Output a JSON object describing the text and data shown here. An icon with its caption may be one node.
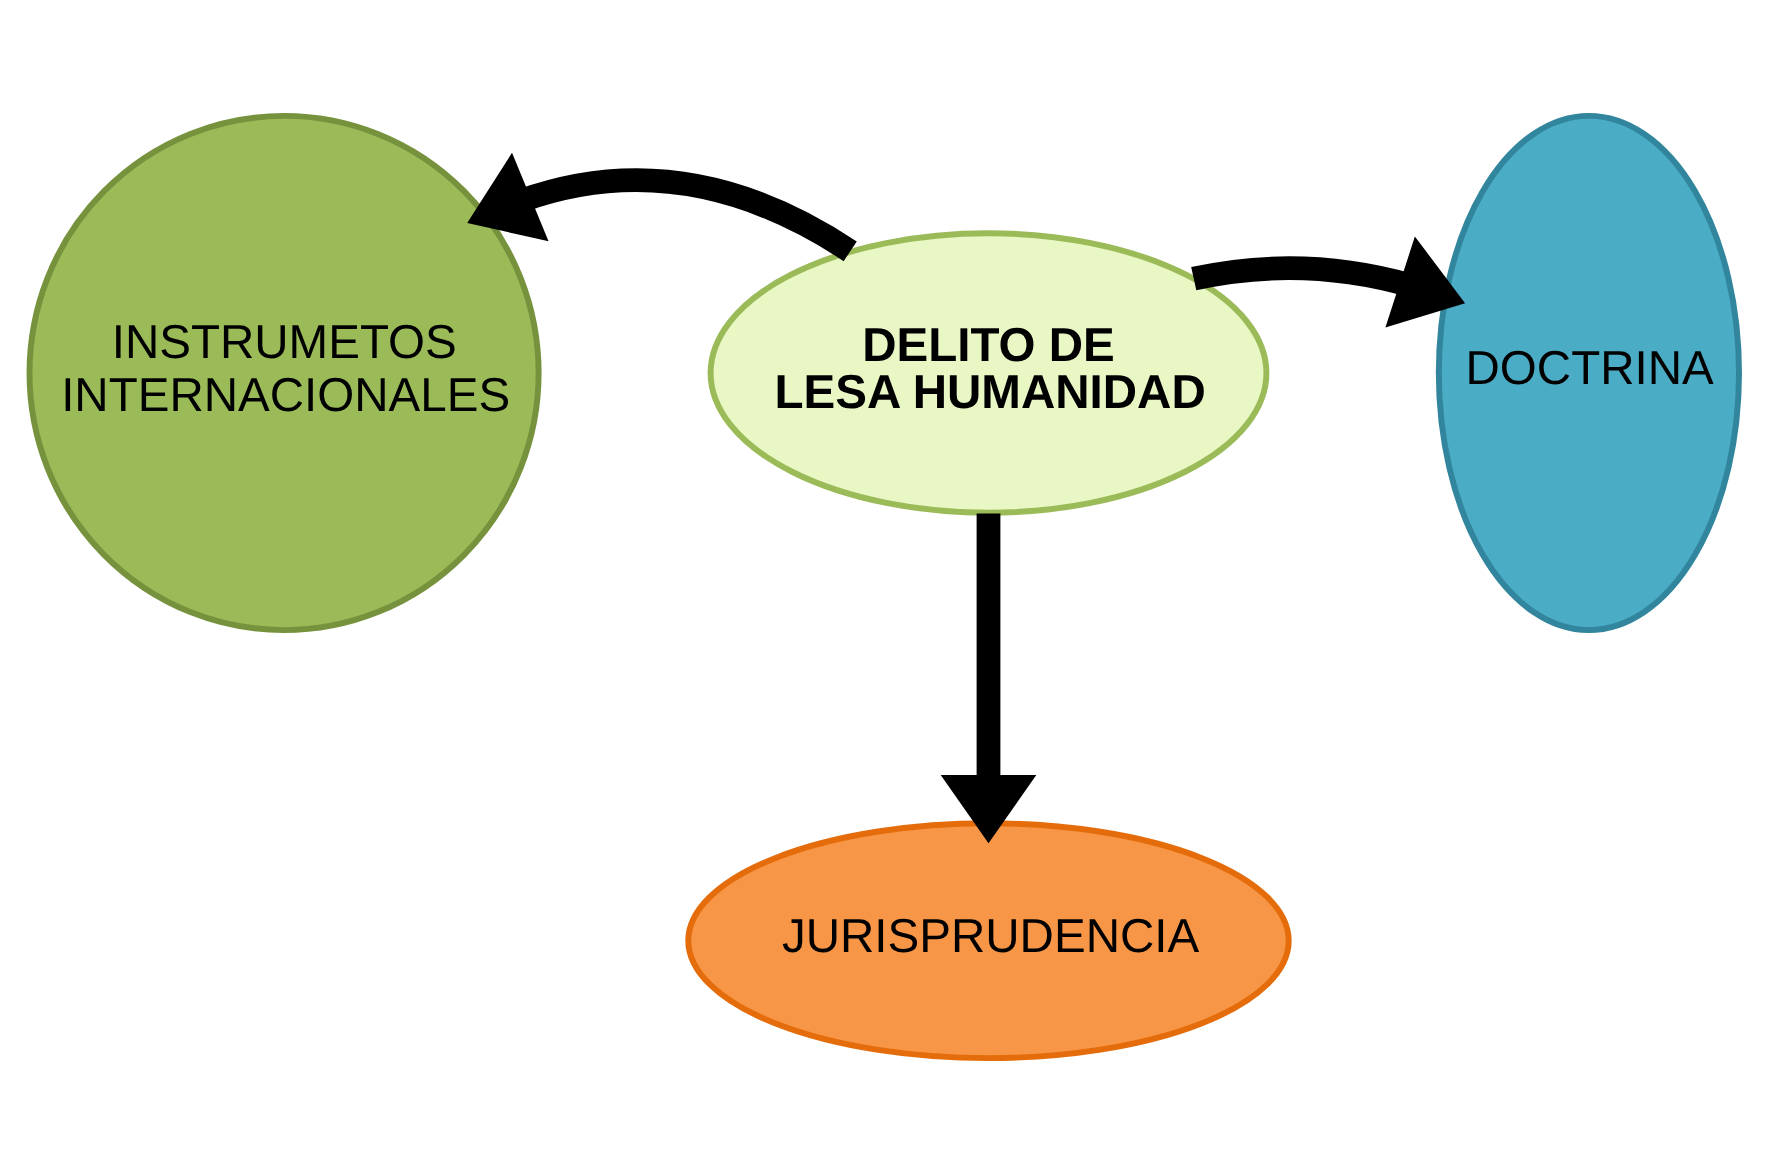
{
  "diagram": {
    "nodes": [
      {
        "text": [
          "DELITO DE LESA HUMANIDAD"
        ]
      },
      {
        "text": [
          "INSTRUMETOS INTERNACIONALES"
        ]
      },
      {
        "text": [
          "DOCTRINA"
        ]
      },
      {
        "text": [
          "JURISPRUDENCIA"
        ]
      }
    ],
    "edges": [
      {
        "from": 0,
        "to": 1,
        "arrow": "to"
      },
      {
        "from": 0,
        "to": 2,
        "arrow": "to"
      },
      {
        "from": 0,
        "to": 3,
        "arrow": "to"
      }
    ]
  }
}
